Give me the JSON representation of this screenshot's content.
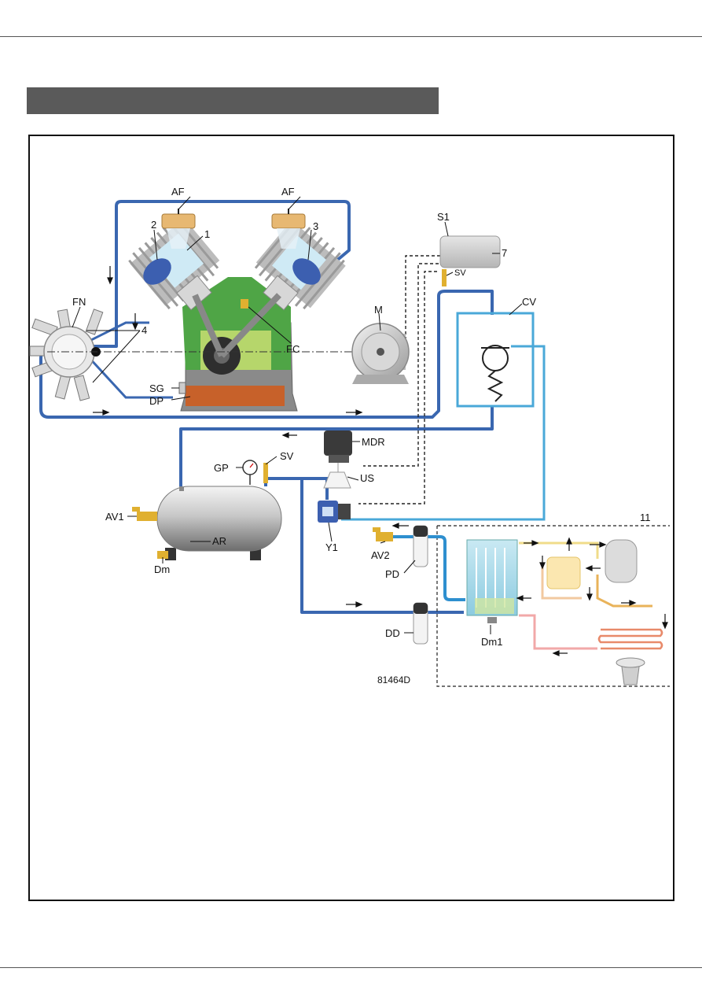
{
  "labels": {
    "AF_left": "AF",
    "AF_right": "AF",
    "n1": "1",
    "n2": "2",
    "n3": "3",
    "n4": "4",
    "n7": "7",
    "n11": "11",
    "FN": "FN",
    "FC": "FC",
    "SG": "SG",
    "DP": "DP",
    "M": "M",
    "S1": "S1",
    "SV_top": "SV",
    "CV": "CV",
    "MDR": "MDR",
    "GP": "GP",
    "SV_tank": "SV",
    "US": "US",
    "AV1": "AV1",
    "Y1": "Y1",
    "Dm": "Dm",
    "AR": "AR",
    "AV2": "AV2",
    "PD": "PD",
    "DD": "DD",
    "Dm1": "Dm1",
    "figure_code": "81464D"
  },
  "colors": {
    "air_line": "#3a67b0",
    "light_line": "#4aa8d8",
    "frame": "#111111",
    "title_bar": "#5a5a5a"
  }
}
